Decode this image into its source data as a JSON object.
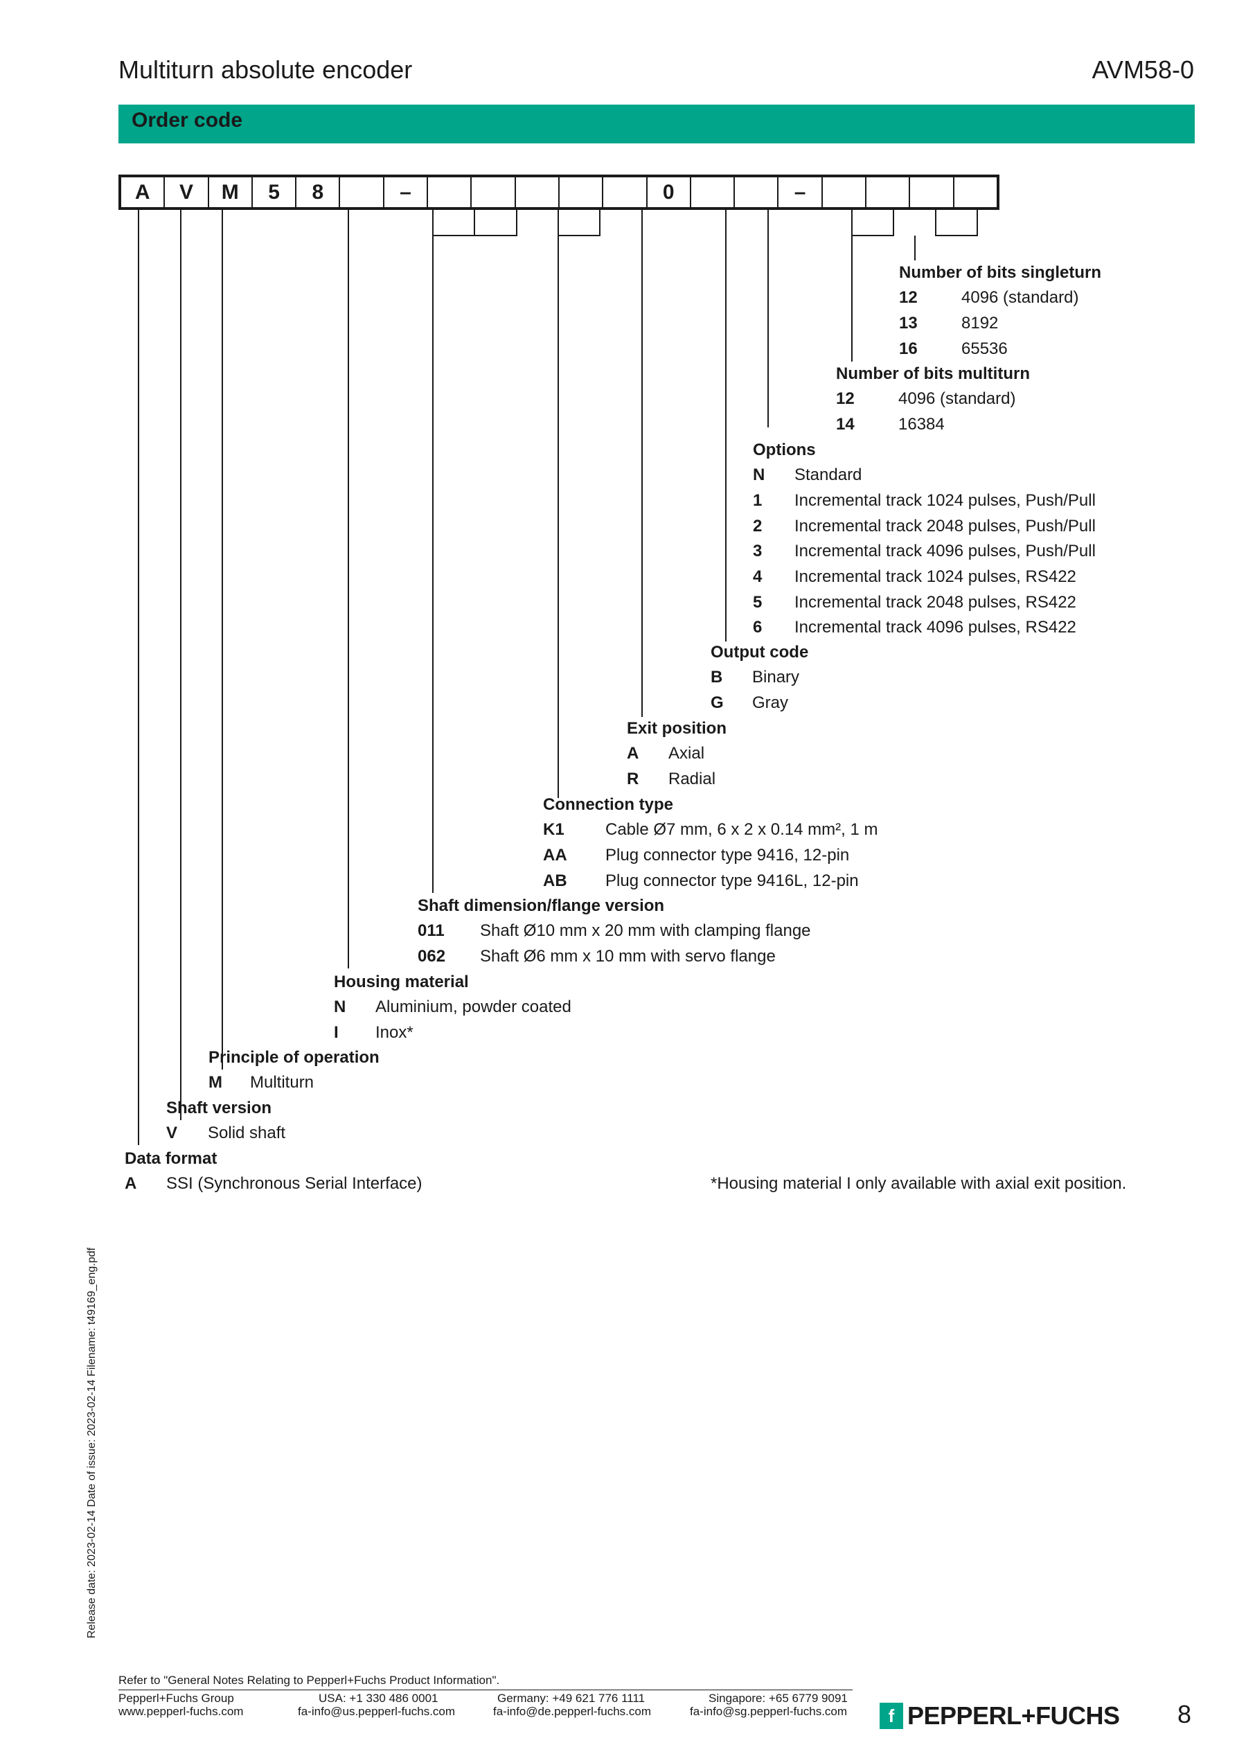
{
  "header": {
    "title": "Multiturn absolute encoder",
    "product": "AVM58-0"
  },
  "band": {
    "label": "Order code"
  },
  "code_cells": [
    "A",
    "V",
    "M",
    "5",
    "8",
    "",
    "–",
    "",
    "",
    "",
    "",
    "",
    "0",
    "",
    "",
    "–",
    "",
    "",
    "",
    ""
  ],
  "groups": {
    "singleturn": {
      "title": "Number of bits singleturn",
      "items": [
        {
          "code": "12",
          "text": "4096 (standard)"
        },
        {
          "code": "13",
          "text": "8192"
        },
        {
          "code": "16",
          "text": "65536"
        }
      ]
    },
    "multiturn": {
      "title": "Number of bits multiturn",
      "items": [
        {
          "code": "12",
          "text": "4096 (standard)"
        },
        {
          "code": "14",
          "text": "16384"
        }
      ]
    },
    "options": {
      "title": "Options",
      "items": [
        {
          "code": "N",
          "text": "Standard"
        },
        {
          "code": "1",
          "text": "Incremental track 1024 pulses, Push/Pull"
        },
        {
          "code": "2",
          "text": "Incremental track 2048 pulses, Push/Pull"
        },
        {
          "code": "3",
          "text": "Incremental track 4096 pulses, Push/Pull"
        },
        {
          "code": "4",
          "text": "Incremental track 1024 pulses, RS422"
        },
        {
          "code": "5",
          "text": "Incremental track 2048 pulses, RS422"
        },
        {
          "code": "6",
          "text": "Incremental track 4096 pulses, RS422"
        }
      ]
    },
    "output": {
      "title": "Output code",
      "items": [
        {
          "code": "B",
          "text": "Binary"
        },
        {
          "code": "G",
          "text": "Gray"
        }
      ]
    },
    "exit": {
      "title": "Exit position",
      "items": [
        {
          "code": "A",
          "text": "Axial"
        },
        {
          "code": "R",
          "text": "Radial"
        }
      ]
    },
    "connection": {
      "title": "Connection type",
      "items": [
        {
          "code": "K1",
          "text": "Cable Ø7 mm, 6 x 2 x 0.14 mm², 1 m"
        },
        {
          "code": "AA",
          "text": "Plug connector type 9416, 12-pin"
        },
        {
          "code": "AB",
          "text": "Plug connector type 9416L, 12-pin"
        }
      ]
    },
    "shaft_dim": {
      "title": "Shaft dimension/flange version",
      "items": [
        {
          "code": "011",
          "text": "Shaft Ø10 mm x 20 mm with clamping flange"
        },
        {
          "code": "062",
          "text": "Shaft Ø6 mm x 10 mm with servo flange"
        }
      ]
    },
    "housing": {
      "title": "Housing material",
      "items": [
        {
          "code": "N",
          "text": "Aluminium, powder coated"
        },
        {
          "code": "I",
          "text": "Inox*"
        }
      ]
    },
    "principle": {
      "title": "Principle of operation",
      "items": [
        {
          "code": "M",
          "text": "Multiturn"
        }
      ]
    },
    "shaft_version": {
      "title": "Shaft version",
      "items": [
        {
          "code": "V",
          "text": "Solid shaft"
        }
      ]
    },
    "data_format": {
      "title": "Data format",
      "items": [
        {
          "code": "A",
          "text": "SSI (Synchronous Serial Interface)"
        }
      ]
    }
  },
  "footnote": "*Housing material I only available with axial exit position.",
  "side_text": "Release date: 2023-02-14 Date of issue: 2023-02-14 Filename: t49169_eng.pdf",
  "footer": {
    "ref": "Refer to \"General Notes Relating to Pepperl+Fuchs Product Information\".",
    "group": "Pepperl+Fuchs Group",
    "web": "www.pepperl-fuchs.com",
    "usa_phone": "USA: +1 330 486 0001",
    "usa_mail": "fa-info@us.pepperl-fuchs.com",
    "de_phone": "Germany: +49 621 776 1111",
    "de_mail": "fa-info@de.pepperl-fuchs.com",
    "sg_phone": "Singapore: +65 6779 9091",
    "sg_mail": "fa-info@sg.pepperl-fuchs.com",
    "logo_mark": "f",
    "logo_text": "PEPPERL+FUCHS",
    "page": "8"
  },
  "colors": {
    "accent": "#00a58a"
  }
}
